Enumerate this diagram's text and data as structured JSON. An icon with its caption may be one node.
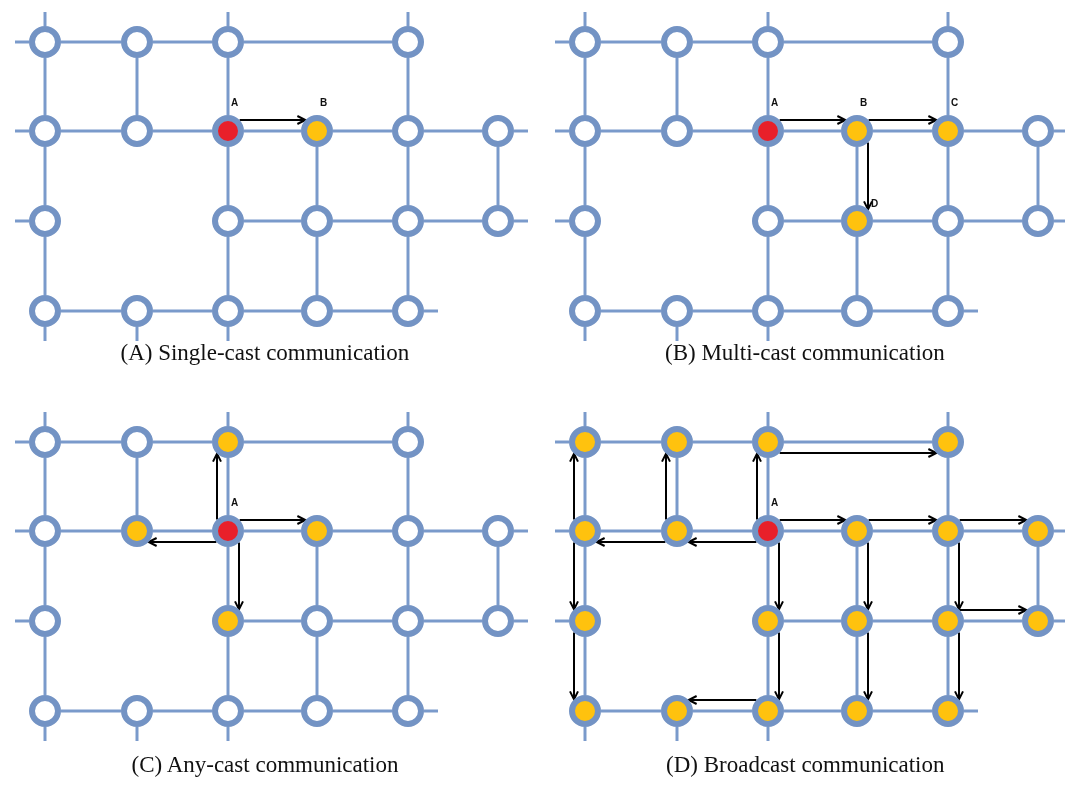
{
  "diagram": {
    "nodes": [
      {
        "text": [],
        "shape": "circle"
      },
      {
        "text": [],
        "shape": "circle"
      },
      {
        "text": [],
        "shape": "circle"
      },
      {
        "text": [],
        "shape": "circle"
      },
      {
        "text": [],
        "shape": "circle"
      },
      {
        "text": [],
        "shape": "circle"
      },
      {
        "text": [],
        "shape": "circle",
        "beside": [
          "A"
        ]
      },
      {
        "text": [],
        "shape": "circle",
        "beside": [
          "B"
        ]
      },
      {
        "text": [],
        "shape": "circle"
      },
      {
        "text": [],
        "shape": "circle"
      },
      {
        "text": [],
        "shape": "circle"
      },
      {
        "text": [],
        "shape": "circle"
      },
      {
        "text": [],
        "shape": "circle"
      },
      {
        "text": [],
        "shape": "circle"
      },
      {
        "text": [],
        "shape": "circle"
      },
      {
        "text": [],
        "shape": "circle"
      },
      {
        "text": [],
        "shape": "circle"
      },
      {
        "text": [],
        "shape": "circle"
      },
      {
        "text": [],
        "shape": "circle"
      },
      {
        "text": [],
        "shape": "circle"
      },
      {
        "text": [],
        "shape": "circle"
      },
      {
        "text": [],
        "shape": "circle"
      },
      {
        "text": [],
        "shape": "circle"
      },
      {
        "text": [],
        "shape": "circle"
      },
      {
        "text": [],
        "shape": "circle"
      },
      {
        "text": [],
        "shape": "circle"
      },
      {
        "text": [],
        "shape": "circle",
        "beside": [
          "A"
        ]
      },
      {
        "text": [],
        "shape": "circle",
        "beside": [
          "B"
        ]
      },
      {
        "text": [],
        "shape": "circle",
        "beside": [
          "C"
        ]
      },
      {
        "text": [],
        "shape": "circle"
      },
      {
        "text": [],
        "shape": "circle"
      },
      {
        "text": [],
        "shape": "circle"
      },
      {
        "text": [],
        "shape": "circle",
        "beside": [
          "D"
        ]
      },
      {
        "text": [],
        "shape": "circle"
      },
      {
        "text": [],
        "shape": "circle"
      },
      {
        "text": [],
        "shape": "circle"
      },
      {
        "text": [],
        "shape": "circle"
      },
      {
        "text": [],
        "shape": "circle"
      },
      {
        "text": [],
        "shape": "circle"
      },
      {
        "text": [],
        "shape": "circle"
      },
      {
        "text": [],
        "shape": "circle"
      },
      {
        "text": [],
        "shape": "circle"
      },
      {
        "text": [],
        "shape": "circle"
      },
      {
        "text": [],
        "shape": "circle"
      },
      {
        "text": [],
        "shape": "circle"
      },
      {
        "text": [],
        "shape": "circle"
      },
      {
        "text": [],
        "shape": "circle",
        "beside": [
          "A"
        ]
      },
      {
        "text": [],
        "shape": "circle"
      },
      {
        "text": [],
        "shape": "circle"
      },
      {
        "text": [],
        "shape": "circle"
      },
      {
        "text": [],
        "shape": "circle"
      },
      {
        "text": [],
        "shape": "circle"
      },
      {
        "text": [],
        "shape": "circle"
      },
      {
        "text": [],
        "shape": "circle"
      },
      {
        "text": [],
        "shape": "circle"
      },
      {
        "text": [],
        "shape": "circle"
      },
      {
        "text": [],
        "shape": "circle"
      },
      {
        "text": [],
        "shape": "circle"
      },
      {
        "text": [],
        "shape": "circle"
      },
      {
        "text": [],
        "shape": "circle"
      },
      {
        "text": [],
        "shape": "circle"
      },
      {
        "text": [],
        "shape": "circle"
      },
      {
        "text": [],
        "shape": "circle"
      },
      {
        "text": [],
        "shape": "circle"
      },
      {
        "text": [],
        "shape": "circle"
      },
      {
        "text": [],
        "shape": "circle"
      },
      {
        "text": [],
        "shape": "circle",
        "beside": [
          "A"
        ]
      },
      {
        "text": [],
        "shape": "circle"
      },
      {
        "text": [],
        "shape": "circle"
      },
      {
        "text": [],
        "shape": "circle"
      },
      {
        "text": [],
        "shape": "circle"
      },
      {
        "text": [],
        "shape": "circle"
      },
      {
        "text": [],
        "shape": "circle"
      },
      {
        "text": [],
        "shape": "circle"
      },
      {
        "text": [],
        "shape": "circle"
      },
      {
        "text": [],
        "shape": "circle"
      },
      {
        "text": [],
        "shape": "circle"
      },
      {
        "text": [],
        "shape": "circle"
      },
      {
        "text": [],
        "shape": "circle"
      },
      {
        "text": [],
        "shape": "circle"
      }
    ],
    "edges": [
      {
        "from": 0,
        "to": 1,
        "arrow": "none"
      },
      {
        "from": 1,
        "to": 2,
        "arrow": "none"
      },
      {
        "from": 2,
        "to": 3,
        "arrow": "none"
      },
      {
        "from": 4,
        "to": 5,
        "arrow": "none"
      },
      {
        "from": 5,
        "to": 6,
        "arrow": "none"
      },
      {
        "from": 6,
        "to": 7,
        "arrow": "none"
      },
      {
        "from": 7,
        "to": 8,
        "arrow": "none"
      },
      {
        "from": 8,
        "to": 9,
        "arrow": "none"
      },
      {
        "from": 11,
        "to": 12,
        "arrow": "none"
      },
      {
        "from": 12,
        "to": 13,
        "arrow": "none"
      },
      {
        "from": 13,
        "to": 14,
        "arrow": "none"
      },
      {
        "from": 15,
        "to": 16,
        "arrow": "none"
      },
      {
        "from": 16,
        "to": 17,
        "arrow": "none"
      },
      {
        "from": 17,
        "to": 18,
        "arrow": "none"
      },
      {
        "from": 18,
        "to": 19,
        "arrow": "none"
      },
      {
        "from": 0,
        "to": 4,
        "arrow": "none"
      },
      {
        "from": 4,
        "to": 10,
        "arrow": "none"
      },
      {
        "from": 10,
        "to": 15,
        "arrow": "none"
      },
      {
        "from": 1,
        "to": 5,
        "arrow": "none"
      },
      {
        "from": 2,
        "to": 6,
        "arrow": "none"
      },
      {
        "from": 6,
        "to": 11,
        "arrow": "none"
      },
      {
        "from": 11,
        "to": 17,
        "arrow": "none"
      },
      {
        "from": 7,
        "to": 12,
        "arrow": "none"
      },
      {
        "from": 12,
        "to": 18,
        "arrow": "none"
      },
      {
        "from": 3,
        "to": 8,
        "arrow": "none"
      },
      {
        "from": 8,
        "to": 13,
        "arrow": "none"
      },
      {
        "from": 13,
        "to": 19,
        "arrow": "none"
      },
      {
        "from": 9,
        "to": 14,
        "arrow": "none"
      },
      {
        "from": 6,
        "to": 7,
        "arrow": "to",
        "color": "#000000"
      },
      {
        "from": 20,
        "to": 21,
        "arrow": "none"
      },
      {
        "from": 21,
        "to": 22,
        "arrow": "none"
      },
      {
        "from": 22,
        "to": 23,
        "arrow": "none"
      },
      {
        "from": 24,
        "to": 25,
        "arrow": "none"
      },
      {
        "from": 25,
        "to": 26,
        "arrow": "none"
      },
      {
        "from": 26,
        "to": 27,
        "arrow": "none"
      },
      {
        "from": 27,
        "to": 28,
        "arrow": "none"
      },
      {
        "from": 28,
        "to": 29,
        "arrow": "none"
      },
      {
        "from": 31,
        "to": 32,
        "arrow": "none"
      },
      {
        "from": 32,
        "to": 33,
        "arrow": "none"
      },
      {
        "from": 33,
        "to": 34,
        "arrow": "none"
      },
      {
        "from": 35,
        "to": 36,
        "arrow": "none"
      },
      {
        "from": 36,
        "to": 37,
        "arrow": "none"
      },
      {
        "from": 37,
        "to": 38,
        "arrow": "none"
      },
      {
        "from": 38,
        "to": 39,
        "arrow": "none"
      },
      {
        "from": 20,
        "to": 24,
        "arrow": "none"
      },
      {
        "from": 24,
        "to": 30,
        "arrow": "none"
      },
      {
        "from": 30,
        "to": 35,
        "arrow": "none"
      },
      {
        "from": 21,
        "to": 25,
        "arrow": "none"
      },
      {
        "from": 22,
        "to": 26,
        "arrow": "none"
      },
      {
        "from": 26,
        "to": 31,
        "arrow": "none"
      },
      {
        "from": 31,
        "to": 37,
        "arrow": "none"
      },
      {
        "from": 27,
        "to": 32,
        "arrow": "none"
      },
      {
        "from": 32,
        "to": 38,
        "arrow": "none"
      },
      {
        "from": 23,
        "to": 28,
        "arrow": "none"
      },
      {
        "from": 28,
        "to": 33,
        "arrow": "none"
      },
      {
        "from": 33,
        "to": 39,
        "arrow": "none"
      },
      {
        "from": 29,
        "to": 34,
        "arrow": "none"
      },
      {
        "from": 26,
        "to": 27,
        "arrow": "to",
        "color": "#000000"
      },
      {
        "from": 27,
        "to": 28,
        "arrow": "to",
        "color": "#000000"
      },
      {
        "from": 27,
        "to": 32,
        "arrow": "to",
        "color": "#000000"
      },
      {
        "from": 40,
        "to": 41,
        "arrow": "none"
      },
      {
        "from": 41,
        "to": 42,
        "arrow": "none"
      },
      {
        "from": 42,
        "to": 43,
        "arrow": "none"
      },
      {
        "from": 44,
        "to": 45,
        "arrow": "none"
      },
      {
        "from": 45,
        "to": 46,
        "arrow": "none"
      },
      {
        "from": 46,
        "to": 47,
        "arrow": "none"
      },
      {
        "from": 47,
        "to": 48,
        "arrow": "none"
      },
      {
        "from": 48,
        "to": 49,
        "arrow": "none"
      },
      {
        "from": 51,
        "to": 52,
        "arrow": "none"
      },
      {
        "from": 52,
        "to": 53,
        "arrow": "none"
      },
      {
        "from": 53,
        "to": 54,
        "arrow": "none"
      },
      {
        "from": 55,
        "to": 56,
        "arrow": "none"
      },
      {
        "from": 56,
        "to": 57,
        "arrow": "none"
      },
      {
        "from": 57,
        "to": 58,
        "arrow": "none"
      },
      {
        "from": 58,
        "to": 59,
        "arrow": "none"
      },
      {
        "from": 40,
        "to": 44,
        "arrow": "none"
      },
      {
        "from": 44,
        "to": 50,
        "arrow": "none"
      },
      {
        "from": 50,
        "to": 55,
        "arrow": "none"
      },
      {
        "from": 41,
        "to": 45,
        "arrow": "none"
      },
      {
        "from": 42,
        "to": 46,
        "arrow": "none"
      },
      {
        "from": 46,
        "to": 51,
        "arrow": "none"
      },
      {
        "from": 51,
        "to": 57,
        "arrow": "none"
      },
      {
        "from": 47,
        "to": 52,
        "arrow": "none"
      },
      {
        "from": 52,
        "to": 58,
        "arrow": "none"
      },
      {
        "from": 43,
        "to": 48,
        "arrow": "none"
      },
      {
        "from": 48,
        "to": 53,
        "arrow": "none"
      },
      {
        "from": 53,
        "to": 59,
        "arrow": "none"
      },
      {
        "from": 49,
        "to": 54,
        "arrow": "none"
      },
      {
        "from": 46,
        "to": 42,
        "arrow": "to",
        "color": "#000000"
      },
      {
        "from": 46,
        "to": 47,
        "arrow": "to",
        "color": "#000000"
      },
      {
        "from": 46,
        "to": 45,
        "arrow": "to",
        "color": "#000000"
      },
      {
        "from": 46,
        "to": 51,
        "arrow": "to",
        "color": "#000000"
      },
      {
        "from": 60,
        "to": 61,
        "arrow": "none"
      },
      {
        "from": 61,
        "to": 62,
        "arrow": "none"
      },
      {
        "from": 62,
        "to": 63,
        "arrow": "none"
      },
      {
        "from": 64,
        "to": 65,
        "arrow": "none"
      },
      {
        "from": 65,
        "to": 66,
        "arrow": "none"
      },
      {
        "from": 66,
        "to": 67,
        "arrow": "none"
      },
      {
        "from": 67,
        "to": 68,
        "arrow": "none"
      },
      {
        "from": 68,
        "to": 69,
        "arrow": "none"
      },
      {
        "from": 71,
        "to": 72,
        "arrow": "none"
      },
      {
        "from": 72,
        "to": 73,
        "arrow": "none"
      },
      {
        "from": 73,
        "to": 74,
        "arrow": "none"
      },
      {
        "from": 75,
        "to": 76,
        "arrow": "none"
      },
      {
        "from": 76,
        "to": 77,
        "arrow": "none"
      },
      {
        "from": 77,
        "to": 78,
        "arrow": "none"
      },
      {
        "from": 78,
        "to": 79,
        "arrow": "none"
      },
      {
        "from": 60,
        "to": 64,
        "arrow": "none"
      },
      {
        "from": 64,
        "to": 70,
        "arrow": "none"
      },
      {
        "from": 70,
        "to": 75,
        "arrow": "none"
      },
      {
        "from": 61,
        "to": 65,
        "arrow": "none"
      },
      {
        "from": 62,
        "to": 66,
        "arrow": "none"
      },
      {
        "from": 66,
        "to": 71,
        "arrow": "none"
      },
      {
        "from": 71,
        "to": 77,
        "arrow": "none"
      },
      {
        "from": 67,
        "to": 72,
        "arrow": "none"
      },
      {
        "from": 72,
        "to": 78,
        "arrow": "none"
      },
      {
        "from": 63,
        "to": 68,
        "arrow": "none"
      },
      {
        "from": 68,
        "to": 73,
        "arrow": "none"
      },
      {
        "from": 73,
        "to": 79,
        "arrow": "none"
      },
      {
        "from": 69,
        "to": 74,
        "arrow": "none"
      },
      {
        "from": 64,
        "to": 60,
        "arrow": "to",
        "color": "#000000"
      },
      {
        "from": 65,
        "to": 61,
        "arrow": "to",
        "color": "#000000"
      },
      {
        "from": 66,
        "to": 62,
        "arrow": "to",
        "color": "#000000"
      },
      {
        "from": 62,
        "to": 63,
        "arrow": "to",
        "color": "#000000"
      },
      {
        "from": 66,
        "to": 67,
        "arrow": "to",
        "color": "#000000"
      },
      {
        "from": 67,
        "to": 68,
        "arrow": "to",
        "color": "#000000"
      },
      {
        "from": 68,
        "to": 69,
        "arrow": "to",
        "color": "#000000"
      },
      {
        "from": 66,
        "to": 65,
        "arrow": "to",
        "color": "#000000"
      },
      {
        "from": 65,
        "to": 64,
        "arrow": "to",
        "color": "#000000"
      },
      {
        "from": 64,
        "to": 70,
        "arrow": "to",
        "color": "#000000"
      },
      {
        "from": 70,
        "to": 75,
        "arrow": "to",
        "color": "#000000"
      },
      {
        "from": 66,
        "to": 71,
        "arrow": "to",
        "color": "#000000"
      },
      {
        "from": 71,
        "to": 77,
        "arrow": "to",
        "color": "#000000"
      },
      {
        "from": 67,
        "to": 72,
        "arrow": "to",
        "color": "#000000"
      },
      {
        "from": 72,
        "to": 78,
        "arrow": "to",
        "color": "#000000"
      },
      {
        "from": 68,
        "to": 73,
        "arrow": "to",
        "color": "#000000"
      },
      {
        "from": 73,
        "to": 79,
        "arrow": "to",
        "color": "#000000"
      },
      {
        "from": 73,
        "to": 74,
        "arrow": "to",
        "color": "#000000"
      },
      {
        "from": 77,
        "to": 76,
        "arrow": "to",
        "color": "#000000"
      }
    ],
    "labels": [
      "(A) Single-cast communication",
      "(B) Multi-cast communication",
      "(C) Any-cast communication",
      "(D) Broadcast communication"
    ]
  }
}
